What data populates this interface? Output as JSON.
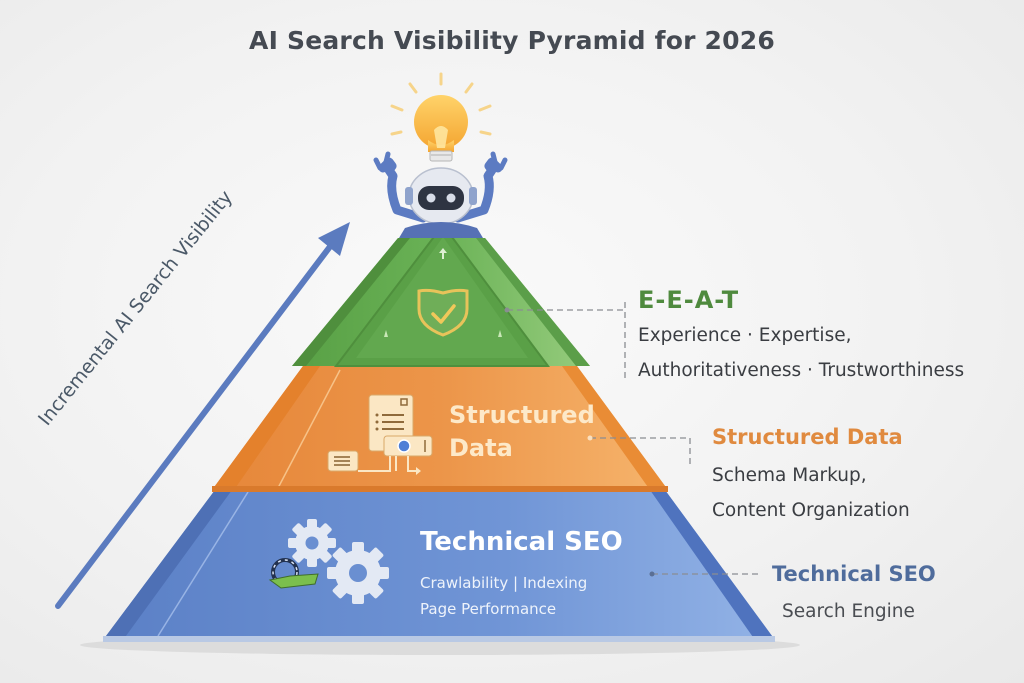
{
  "title": "AI Search Visibility Pyramid for 2026",
  "arrow": {
    "label": "Incremental AI Search Visibility",
    "color": "#5b7bbf"
  },
  "pyramid": {
    "top_icon": "robot-with-lightbulb-icon",
    "tiers": [
      {
        "id": "eeat",
        "color": "#5ea04a",
        "icon": "shield-check-icon",
        "title": "",
        "subtitle": ""
      },
      {
        "id": "structured-data",
        "color": "#e98b3a",
        "icon": "document-schema-icon",
        "title_line1": "Structured",
        "title_line2": "Data"
      },
      {
        "id": "technical-seo",
        "color": "#6a8fd1",
        "icon": "gears-icon",
        "title": "Technical SEO",
        "subtitle_line1": "Crawlability  |  Indexing",
        "subtitle_line2": "Page Performance"
      }
    ]
  },
  "callouts": [
    {
      "heading": "E-E-A-T",
      "color": "#4f8a3e",
      "lines": [
        "Experience · Expertise,",
        "Authoritativeness · Trustworthiness"
      ]
    },
    {
      "heading": "Structured Data",
      "color": "#e08a3f",
      "lines": [
        "Schema Markup,",
        "Content Organization"
      ]
    },
    {
      "heading": "Technical SEO",
      "color": "#4f6c9c",
      "lines": [
        "Search Engine"
      ]
    }
  ]
}
